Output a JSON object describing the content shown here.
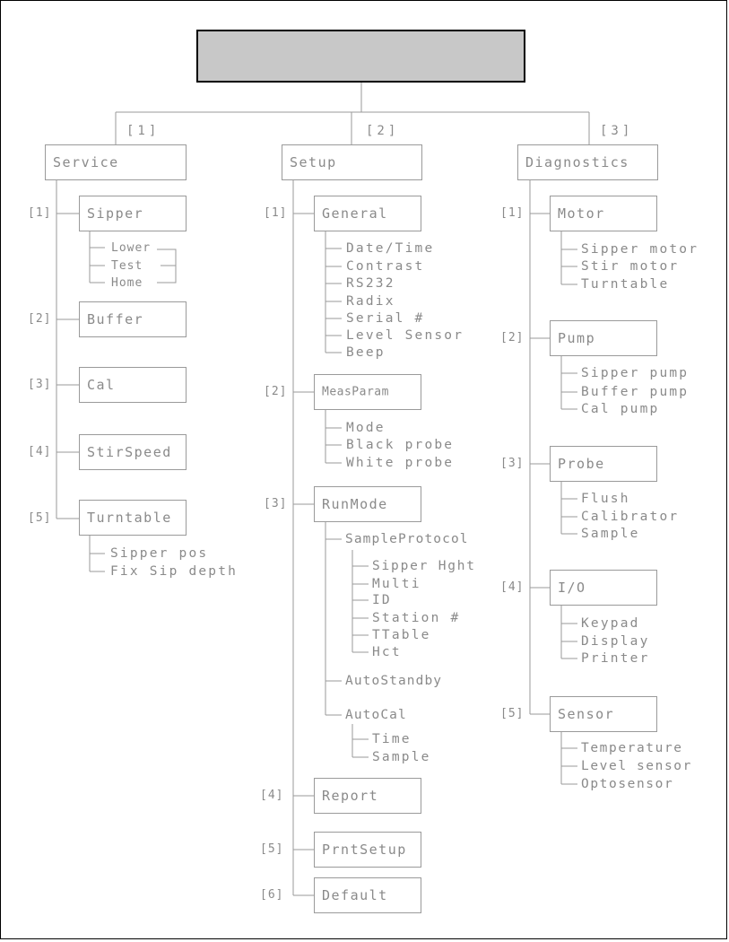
{
  "title": "",
  "branches": {
    "service": {
      "index": "[1]",
      "label": "Service"
    },
    "setup": {
      "index": "[2]",
      "label": "Setup"
    },
    "diagnostics": {
      "index": "[3]",
      "label": "Diagnostics"
    }
  },
  "service": {
    "items": [
      {
        "index": "[1]",
        "label": "Sipper",
        "children": [
          "Lower",
          "Test",
          "Home"
        ]
      },
      {
        "index": "[2]",
        "label": "Buffer"
      },
      {
        "index": "[3]",
        "label": "Cal"
      },
      {
        "index": "[4]",
        "label": "StirSpeed"
      },
      {
        "index": "[5]",
        "label": "Turntable",
        "children": [
          "Sipper pos",
          "Fix Sip depth"
        ]
      }
    ]
  },
  "setup": {
    "items": [
      {
        "index": "[1]",
        "label": "General",
        "children": [
          "Date/Time",
          "Contrast",
          "RS232",
          "Radix",
          "Serial #",
          "Level Sensor",
          "Beep"
        ]
      },
      {
        "index": "[2]",
        "label": "MeasParam",
        "children": [
          "Mode",
          "Black probe",
          "White probe"
        ]
      },
      {
        "index": "[3]",
        "label": "RunMode",
        "children": [
          "SampleProtocol",
          "AutoStandby",
          "AutoCal"
        ],
        "sample_protocol_children": [
          "Sipper Hght",
          "Multi",
          "ID",
          "Station #",
          "TTable",
          "Hct"
        ],
        "autocal_children": [
          "Time",
          "Sample"
        ]
      },
      {
        "index": "[4]",
        "label": "Report"
      },
      {
        "index": "[5]",
        "label": "PrntSetup"
      },
      {
        "index": "[6]",
        "label": "Default"
      }
    ]
  },
  "diagnostics": {
    "items": [
      {
        "index": "[1]",
        "label": "Motor",
        "children": [
          "Sipper motor",
          "Stir motor",
          "Turntable"
        ]
      },
      {
        "index": "[2]",
        "label": "Pump",
        "children": [
          "Sipper pump",
          "Buffer pump",
          "Cal pump"
        ]
      },
      {
        "index": "[3]",
        "label": "Probe",
        "children": [
          "Flush",
          "Calibrator",
          "Sample"
        ]
      },
      {
        "index": "[4]",
        "label": "I/O",
        "children": [
          "Keypad",
          "Display",
          "Printer"
        ]
      },
      {
        "index": "[5]",
        "label": "Sensor",
        "children": [
          "Temperature",
          "Level sensor",
          "Optosensor"
        ]
      }
    ]
  },
  "colors": {
    "line": "#9a9a9a",
    "text": "#8a8a8a",
    "title_fill": "#c8c8c8"
  }
}
